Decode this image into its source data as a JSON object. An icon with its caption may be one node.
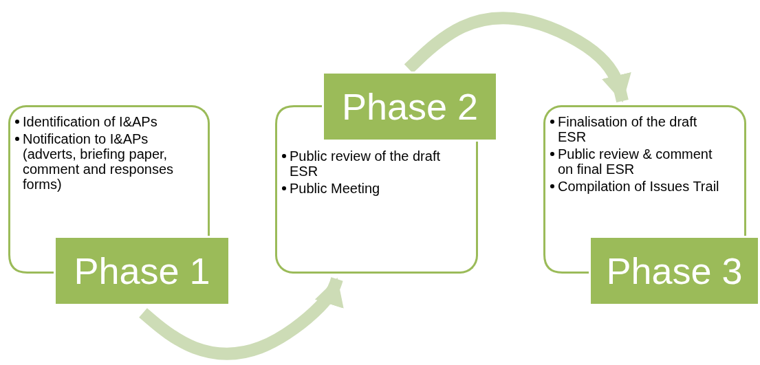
{
  "diagram": {
    "nodes": [
      {
        "text": [
          "Identification of I&APs",
          "Notification to I&APs (adverts, briefing paper, comment and responses forms)"
        ]
      },
      {
        "text": [
          "Phase 1"
        ]
      },
      {
        "text": [
          "Phase 2"
        ]
      },
      {
        "text": [
          "Public review of the draft ESR",
          "Public Meeting"
        ]
      },
      {
        "text": [
          "Finalisation of the draft ESR",
          "Public review & comment on final ESR",
          "Compilation of Issues Trail"
        ]
      },
      {
        "text": [
          "Phase 3"
        ]
      }
    ],
    "edges": [
      {
        "from": 1,
        "to": 3,
        "arrow": "to"
      },
      {
        "from": 2,
        "to": 4,
        "arrow": "to"
      }
    ]
  }
}
